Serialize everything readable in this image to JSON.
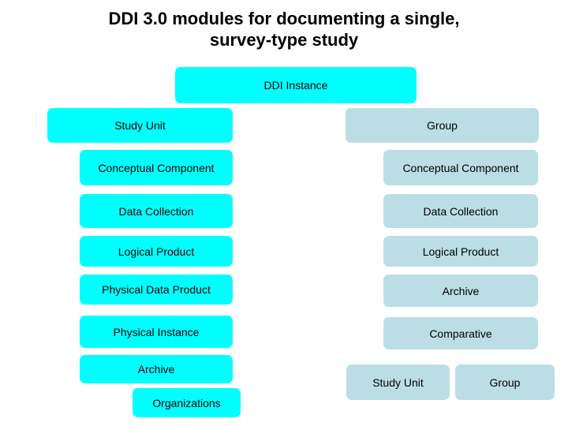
{
  "slide": {
    "title_line1": "DDI 3.0 modules for documenting a single,",
    "title_line2": "survey-type study",
    "background_color": "#ffffff",
    "text_color": "#000000"
  },
  "palette": {
    "cyan": "#00ffff",
    "pale_blue": "#bbdee4"
  },
  "top_box": {
    "label": "DDI Instance",
    "color": "#00ffff"
  },
  "left_column": {
    "header": "Study Unit",
    "color": "#00ffff",
    "boxes": [
      {
        "label": "Study Unit"
      },
      {
        "label": "Conceptual Component"
      },
      {
        "label": "Data Collection"
      },
      {
        "label": "Logical Product"
      },
      {
        "label": "Physical Data Product"
      },
      {
        "label": "Physical Instance"
      },
      {
        "label": "Archive"
      },
      {
        "label": "Organizations"
      }
    ]
  },
  "right_column": {
    "header": "Group",
    "color": "#bbdee4",
    "boxes": [
      {
        "label": "Group"
      },
      {
        "label": "Conceptual Component"
      },
      {
        "label": "Data Collection"
      },
      {
        "label": "Logical Product"
      },
      {
        "label": "Archive"
      },
      {
        "label": "Comparative"
      }
    ],
    "footer_boxes": [
      {
        "label": "Study Unit"
      },
      {
        "label": "Group"
      }
    ]
  }
}
